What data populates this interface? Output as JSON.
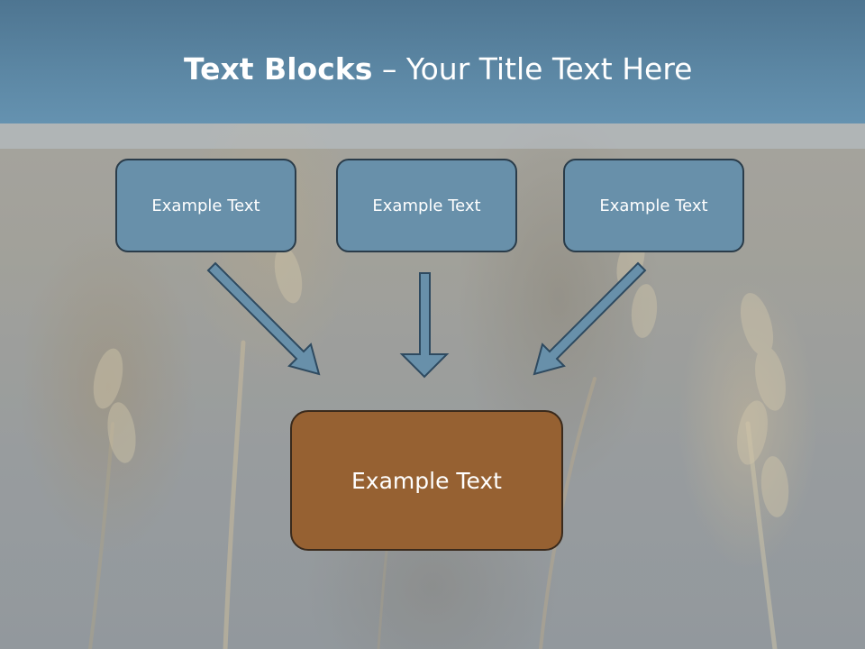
{
  "slide": {
    "title_bold": "Text Blocks",
    "title_rest": " – Your Title Text Here",
    "blocks": [
      {
        "label": "Example Text"
      },
      {
        "label": "Example Text"
      },
      {
        "label": "Example Text"
      }
    ],
    "target_block": {
      "label": "Example Text"
    }
  },
  "colors": {
    "title_bar": "#5b86a3",
    "small_box_fill": "#6890aa",
    "big_box_fill": "#966132",
    "arrow_fill": "#6890aa"
  }
}
